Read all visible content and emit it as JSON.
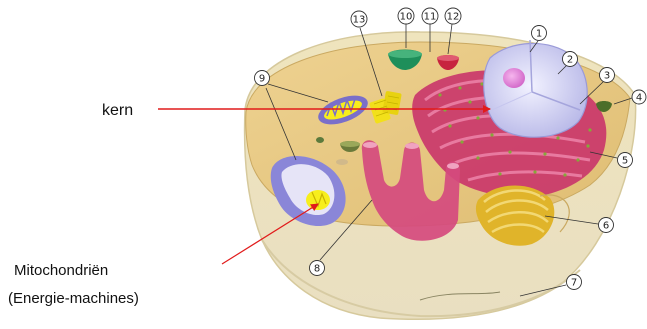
{
  "labels": {
    "kern": "kern",
    "mito_line1": "Mitochondriën",
    "mito_line2": "(Energie-machines)"
  },
  "callouts": [
    "1",
    "2",
    "3",
    "4",
    "5",
    "6",
    "7",
    "8",
    "9",
    "10",
    "11",
    "12",
    "13"
  ],
  "colors": {
    "cytoplasm": "#e6c77e",
    "cytoplasm_top": "#eed48e",
    "cell_body": "#efe6c6",
    "membrane_edge": "#d9cfa4",
    "nucleus": "#dcdcf5",
    "nucleolus": "#e58ad8",
    "rough_er": "#c9346a",
    "er_dots": "#86a83a",
    "golgi": "#e0b42a",
    "mitochondria": "#7a6fc9",
    "mito_inner": "#f7ee1c",
    "vacuole_green": "#1e8f5a",
    "vacuole_red": "#c7243f",
    "arrow": "#e11b1b",
    "callout_line": "#333333"
  }
}
